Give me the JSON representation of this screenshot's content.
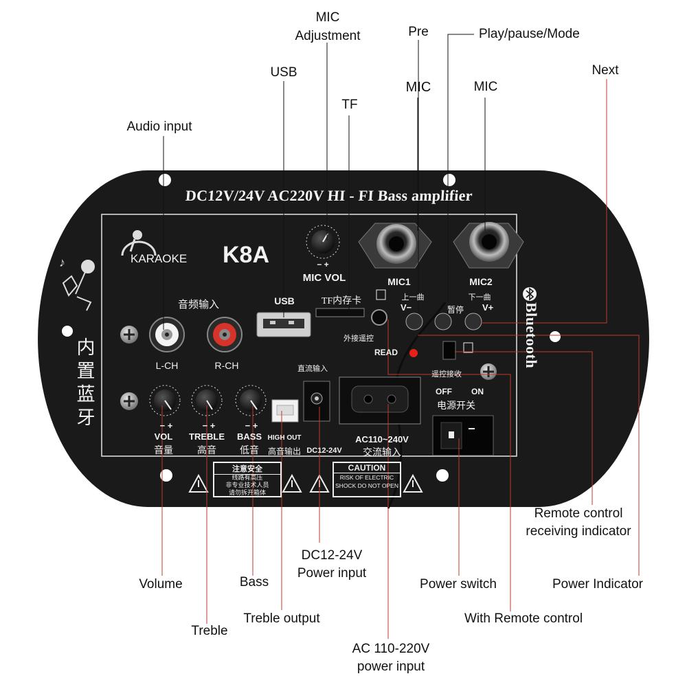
{
  "board": {
    "title": "DC12V/24V AC220V HI - FI Bass amplifier",
    "brand": "KARAOKE",
    "model": "K8A",
    "mic_vol": "MIC VOL",
    "mic_vol_signs": "−  +",
    "usb": "USB",
    "tf_card": "TF内存卡",
    "audio_in_cn": "音频输入",
    "l_ch": "L-CH",
    "r_ch": "R-CH",
    "vertical_cn": "内置蓝牙",
    "mic1": "MIC1",
    "mic2": "MIC2",
    "prev_cn": "上一曲",
    "prev_key": "V−",
    "pause_cn": "暂停",
    "next_cn": "下一曲",
    "next_key": "V+",
    "ext_remote_cn": "外接遥控",
    "read": "READ",
    "remote_rx_cn": "遥控接收",
    "dc_in_cn": "直流输入",
    "off": "OFF",
    "on": "ON",
    "power_switch_cn": "电源开关",
    "vol": "VOL",
    "vol_cn": "音量",
    "treble": "TREBLE",
    "treble_cn": "高音",
    "bass": "BASS",
    "bass_cn": "低音",
    "high_out": "HIGH OUT",
    "high_out_cn": "高音输出",
    "dc_label": "DC12-24V",
    "ac_label": "AC110~240V",
    "ac_cn": "交流输入",
    "safety_title": "注意安全",
    "safety_l1": "线路有高压",
    "safety_l2": "非专业技术人员",
    "safety_l3": "请勿拆开箱体",
    "caution_title": "CAUTION",
    "caution_l1": "RISK OF ELECTRIC",
    "caution_l2": "SHOCK DO NOT OPEN",
    "bluetooth": "Bluetooth",
    "knob_signs": "−  +"
  },
  "callouts": {
    "mic_adjustment": "MIC Adjustment",
    "pre": "Pre",
    "play_pause_mode": "Play/pause/Mode",
    "usb": "USB",
    "tf": "TF",
    "mic_left": "MIC",
    "mic_right": "MIC",
    "next": "Next",
    "audio_input": "Audio input",
    "remote_indicator": "Remote control receiving indicator",
    "volume": "Volume",
    "bass": "Bass",
    "dc_power": "DC12-24V Power input",
    "power_switch": "Power switch",
    "power_indicator": "Power Indicator",
    "treble": "Treble",
    "treble_output": "Treble output",
    "with_remote": "With Remote control",
    "ac_power": "AC 110-220V power input"
  },
  "colors": {
    "panel": "#1a1a1a",
    "print": "#f2f2f2",
    "leader": "#c0392b",
    "rca_red": "#d8332a",
    "led": "#e8201a"
  },
  "icons": [
    "karaoke-singer-icon",
    "bluetooth-icon",
    "warning-triangle-icon",
    "screw-icon",
    "eject-icon"
  ]
}
